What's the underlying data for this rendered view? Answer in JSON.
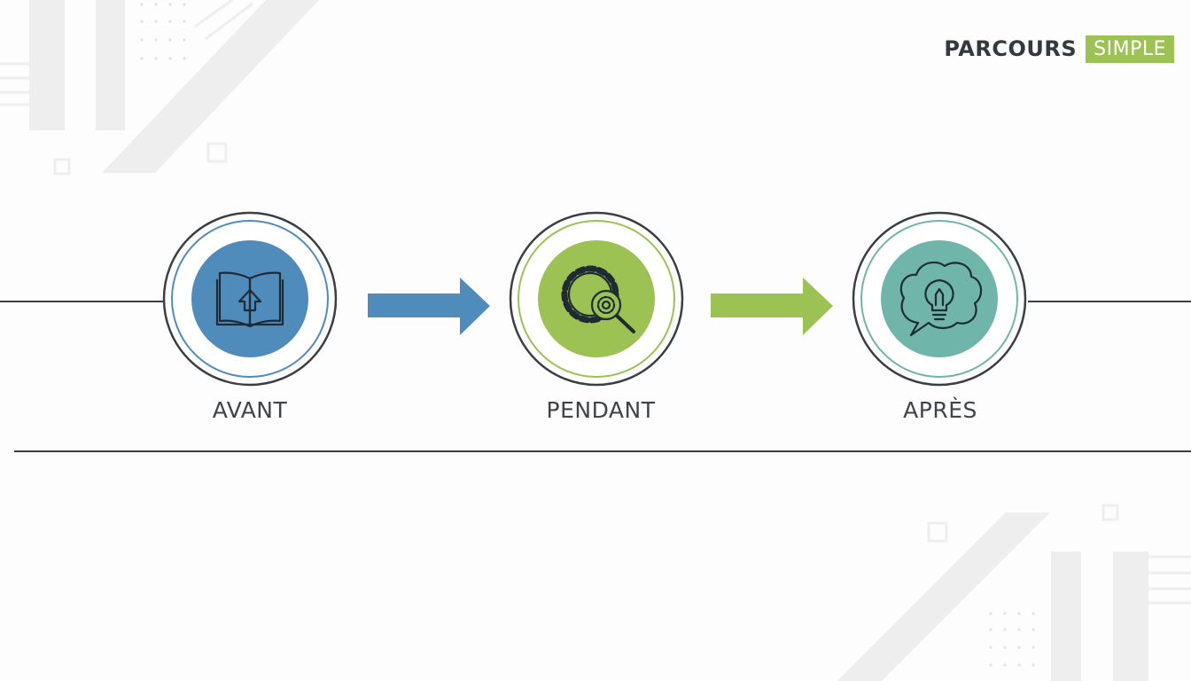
{
  "brand": {
    "primary": "PARCOURS",
    "accent": "SIMPLE"
  },
  "colors": {
    "blue": "#4f8cbc",
    "green": "#9bc253",
    "teal": "#6fb5aa",
    "line": "#3a3f44",
    "deco": "#ececec"
  },
  "steps": [
    {
      "label": "AVANT",
      "icon": "open-book-upload-icon",
      "color": "#4f8cbc"
    },
    {
      "label": "PENDANT",
      "icon": "gear-magnifier-icon",
      "color": "#9bc253"
    },
    {
      "label": "APRÈS",
      "icon": "lightbulb-thought-icon",
      "color": "#6fb5aa"
    }
  ]
}
